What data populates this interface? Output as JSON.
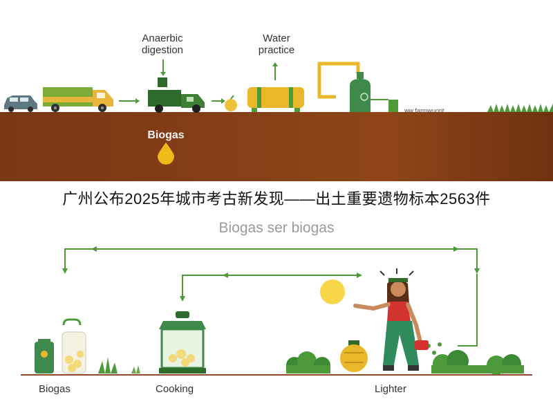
{
  "top_panel": {
    "anaerobic_label": "Anaerbic\ndigestion",
    "water_label": "Water\npractice",
    "biogas_label": "Biogas",
    "ground_scribble": "ww farmwuont",
    "colors": {
      "soil": "#7a3714",
      "green": "#4e9a3a",
      "yellow": "#e8b82a"
    }
  },
  "banner": {
    "title": "广州公布2025年城市考古新发现——出土重要遗物标本2563件"
  },
  "bottom_panel": {
    "subtitle": "Biogas ser biogas",
    "labels": {
      "biogas": "Biogas",
      "cooking": "Cooking",
      "lighter": "Lighter"
    }
  },
  "icons": [
    "car-icon",
    "truck-icon",
    "digester-tank-icon",
    "fruit-icon",
    "water-tank-icon",
    "gas-bottle-icon",
    "fuel-drop-icon",
    "sun-icon",
    "woman-figure-icon",
    "lantern-icon",
    "jar-icon",
    "bush-icon"
  ]
}
